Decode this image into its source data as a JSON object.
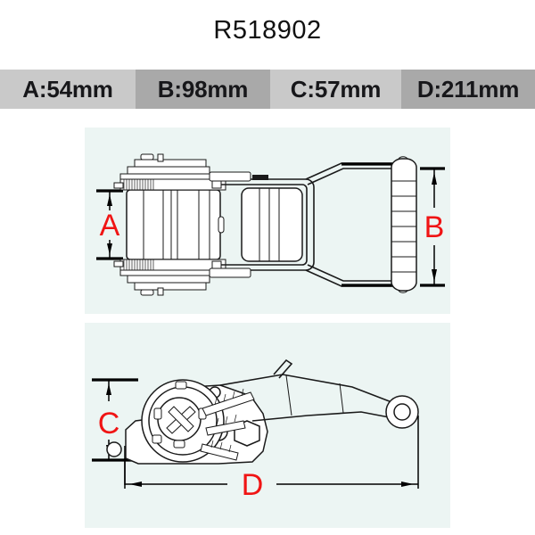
{
  "title": "R518902",
  "dimensions_bar": {
    "segments": [
      {
        "label": "A:54mm",
        "key": "A",
        "value_mm": 54,
        "shade": "light"
      },
      {
        "label": "B:98mm",
        "key": "B",
        "value_mm": 98,
        "shade": "dark"
      },
      {
        "label": "C:57mm",
        "key": "C",
        "value_mm": 57,
        "shade": "light"
      },
      {
        "label": "D:211mm",
        "key": "D",
        "value_mm": 211,
        "shade": "dark"
      }
    ]
  },
  "views": {
    "top": {
      "name": "top-view",
      "callouts": [
        {
          "letter": "A",
          "orientation": "vertical",
          "side": "left"
        },
        {
          "letter": "B",
          "orientation": "vertical",
          "side": "right"
        }
      ]
    },
    "side": {
      "name": "side-view",
      "callouts": [
        {
          "letter": "C",
          "orientation": "vertical",
          "side": "left"
        },
        {
          "letter": "D",
          "orientation": "horizontal",
          "side": "bottom"
        }
      ]
    }
  },
  "colors": {
    "page_background": "#ffffff",
    "panel_background": "#ecf5f3",
    "bar_light": "#c9c9c9",
    "bar_dark": "#a9a9a9",
    "text": "#17171a",
    "callout_red": "#f01414",
    "line": "#1a1a1a"
  }
}
